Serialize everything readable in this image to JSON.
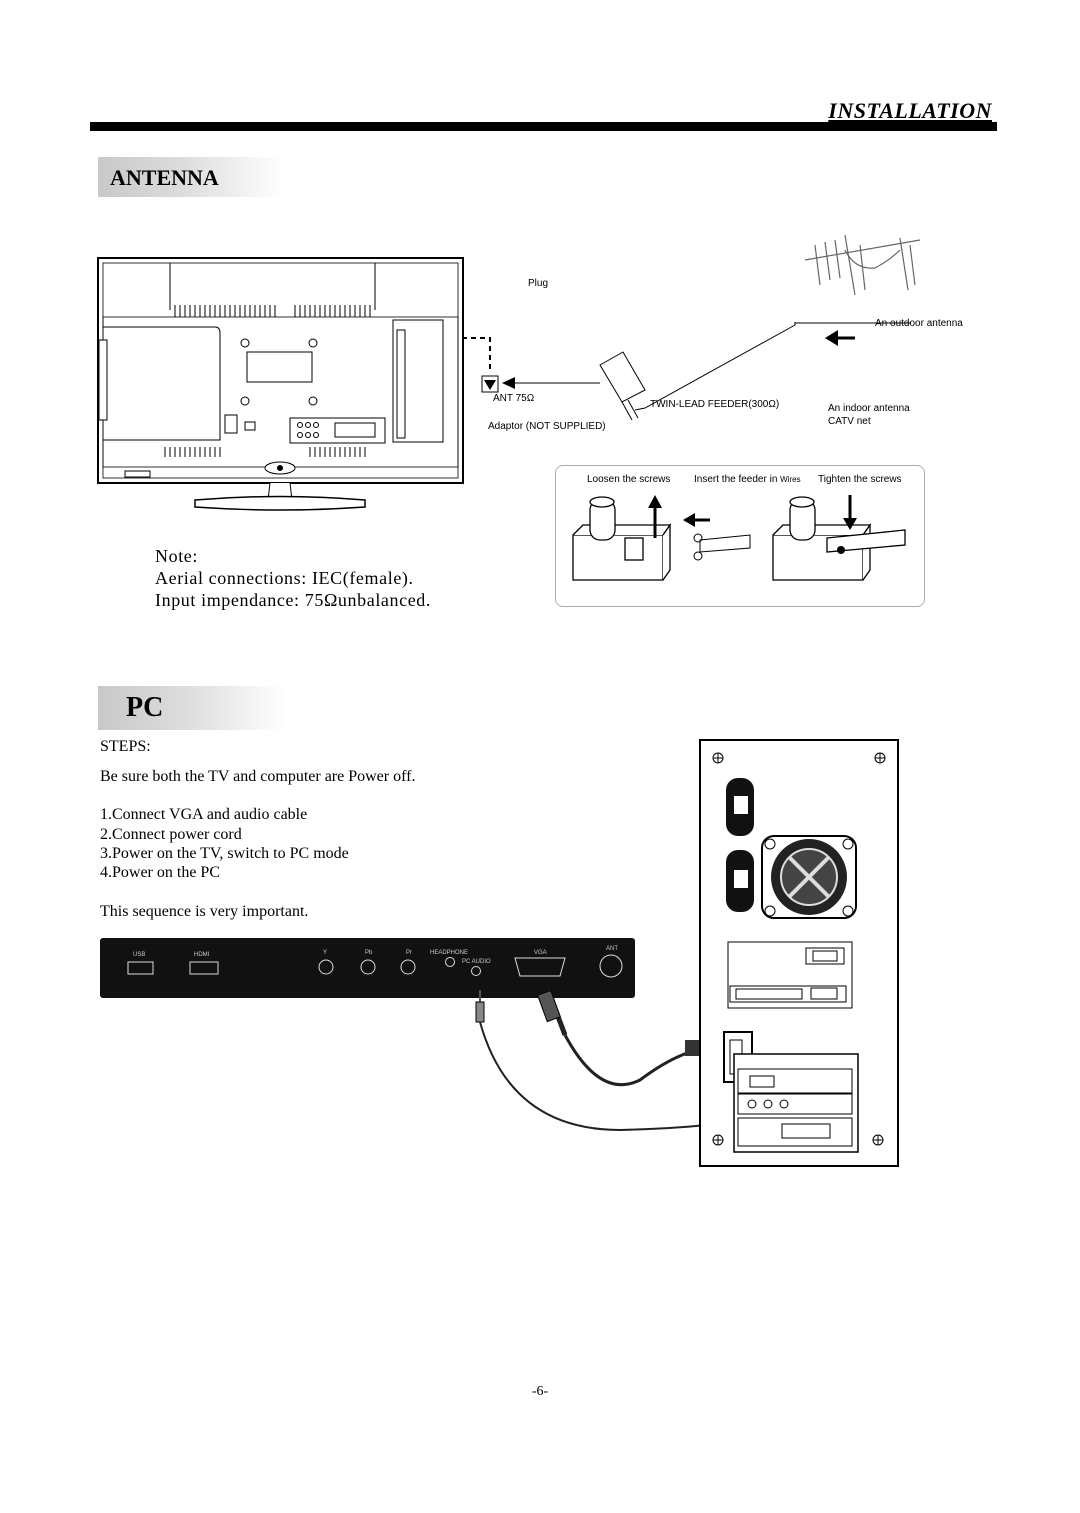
{
  "header": {
    "section_title": "INSTALLATION"
  },
  "antenna": {
    "heading": "ANTENNA",
    "labels": {
      "plug": "Plug",
      "outdoor_antenna": "An outdoor antenna",
      "ant_75": "ANT 75Ω",
      "twin_lead": "TWIN-LEAD FEEDER(300Ω)",
      "indoor_antenna": "An indoor antenna",
      "catv": "CATV net",
      "adaptor": "Adaptor  (NOT SUPPLIED)",
      "loosen": "Loosen the screws",
      "insert": "Insert the feeder in",
      "wires": "Wires",
      "tighten": "Tighten the screws"
    },
    "note": {
      "line1": "Note:",
      "line2": "Aerial connections: IEC(female).",
      "line3": "Input impendance: 75Ωunbalanced."
    }
  },
  "pc": {
    "heading": "PC",
    "steps_label": "STEPS:",
    "intro": "Be sure both the TV and computer are Power off.",
    "steps": [
      "1.Connect VGA  and audio cable",
      "2.Connect power cord",
      "3.Power on the TV, switch to PC mode",
      "4.Power on the PC"
    ],
    "outro": "This sequence is very important.",
    "panel_labels": {
      "usb": "USB",
      "hdmi": "HDMI",
      "y": "Y",
      "pb": "Pb",
      "pr": "Pr",
      "headphone": "HEADPHONE",
      "pc_audio": "PC AUDIO",
      "vga": "VGA",
      "ant": "ANT"
    }
  },
  "footer": {
    "page_number": "-6-"
  }
}
